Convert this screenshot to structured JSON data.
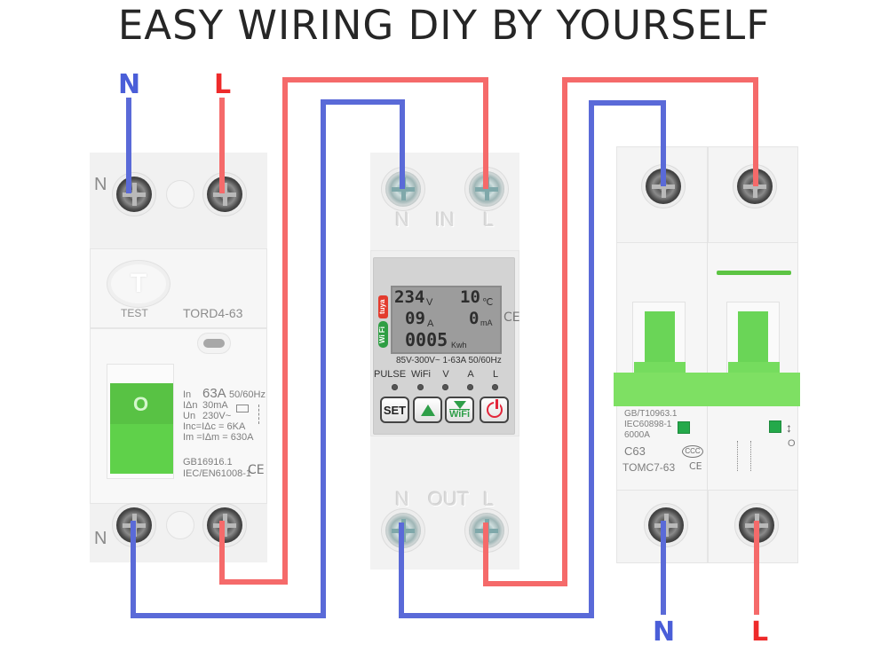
{
  "title": "EASY WIRING DIY BY YOURSELF",
  "colors": {
    "neutral_wire": "#5a6ad8",
    "live_wire": "#f56a6a",
    "neutral_label": "#4a5ed8",
    "live_label": "#ee2a2a",
    "device_green": "#5fd14a",
    "led_lcd": "#9c9c9c"
  },
  "input_labels": {
    "neutral": "N",
    "live": "L"
  },
  "output_labels": {
    "neutral": "N",
    "live": "L"
  },
  "rcbo": {
    "top_terminal_label": "N",
    "bottom_terminal_label": "N",
    "test_button_glyph": "T",
    "test_label": "TEST",
    "model": "TORD4-63",
    "handle_label": "O",
    "specs": [
      {
        "key": "In",
        "value": "63A"
      },
      {
        "key": "IΔn",
        "value": "30mA"
      },
      {
        "key": "Un",
        "value": "230V~"
      },
      {
        "key": "Inc=IΔc",
        "value": "= 6KA"
      },
      {
        "key": "Im",
        "value": "=IΔm = 630A"
      }
    ],
    "frequency": "50/60Hz",
    "standard_1": "GB16916.1",
    "standard_2": "IEC/EN61008-1",
    "ce": "CE"
  },
  "meter": {
    "top_labels": [
      "N",
      "IN",
      "L"
    ],
    "bottom_labels": [
      "N",
      "OUT",
      "L"
    ],
    "tuya_badge": "tuya",
    "wifi_badge": "Wi Fi",
    "voltage": "234",
    "voltage_unit": "V",
    "temperature": "10",
    "temperature_unit": "℃",
    "current": "09",
    "current_unit": "A",
    "leakage": "0",
    "leakage_unit": "mA",
    "energy": "0005",
    "energy_unit": "Kwh",
    "ce": "CE",
    "spec_line": "85V-300V~ 1-63A 50/60Hz",
    "indicators": [
      "PULSE",
      "WiFi",
      "V",
      "A",
      "L"
    ],
    "buttons": {
      "set": "SET",
      "up_icon": "triangle-up",
      "wifi": "WiFi",
      "power_icon": "power"
    }
  },
  "mcb": {
    "standard_1": "GB/T10963.1",
    "standard_2": "IEC60898-1",
    "breaking_capacity": "6000A",
    "rating": "C63",
    "ccc": "CCC",
    "model": "TOMC7-63",
    "ce": "CE",
    "off_label": "O"
  }
}
